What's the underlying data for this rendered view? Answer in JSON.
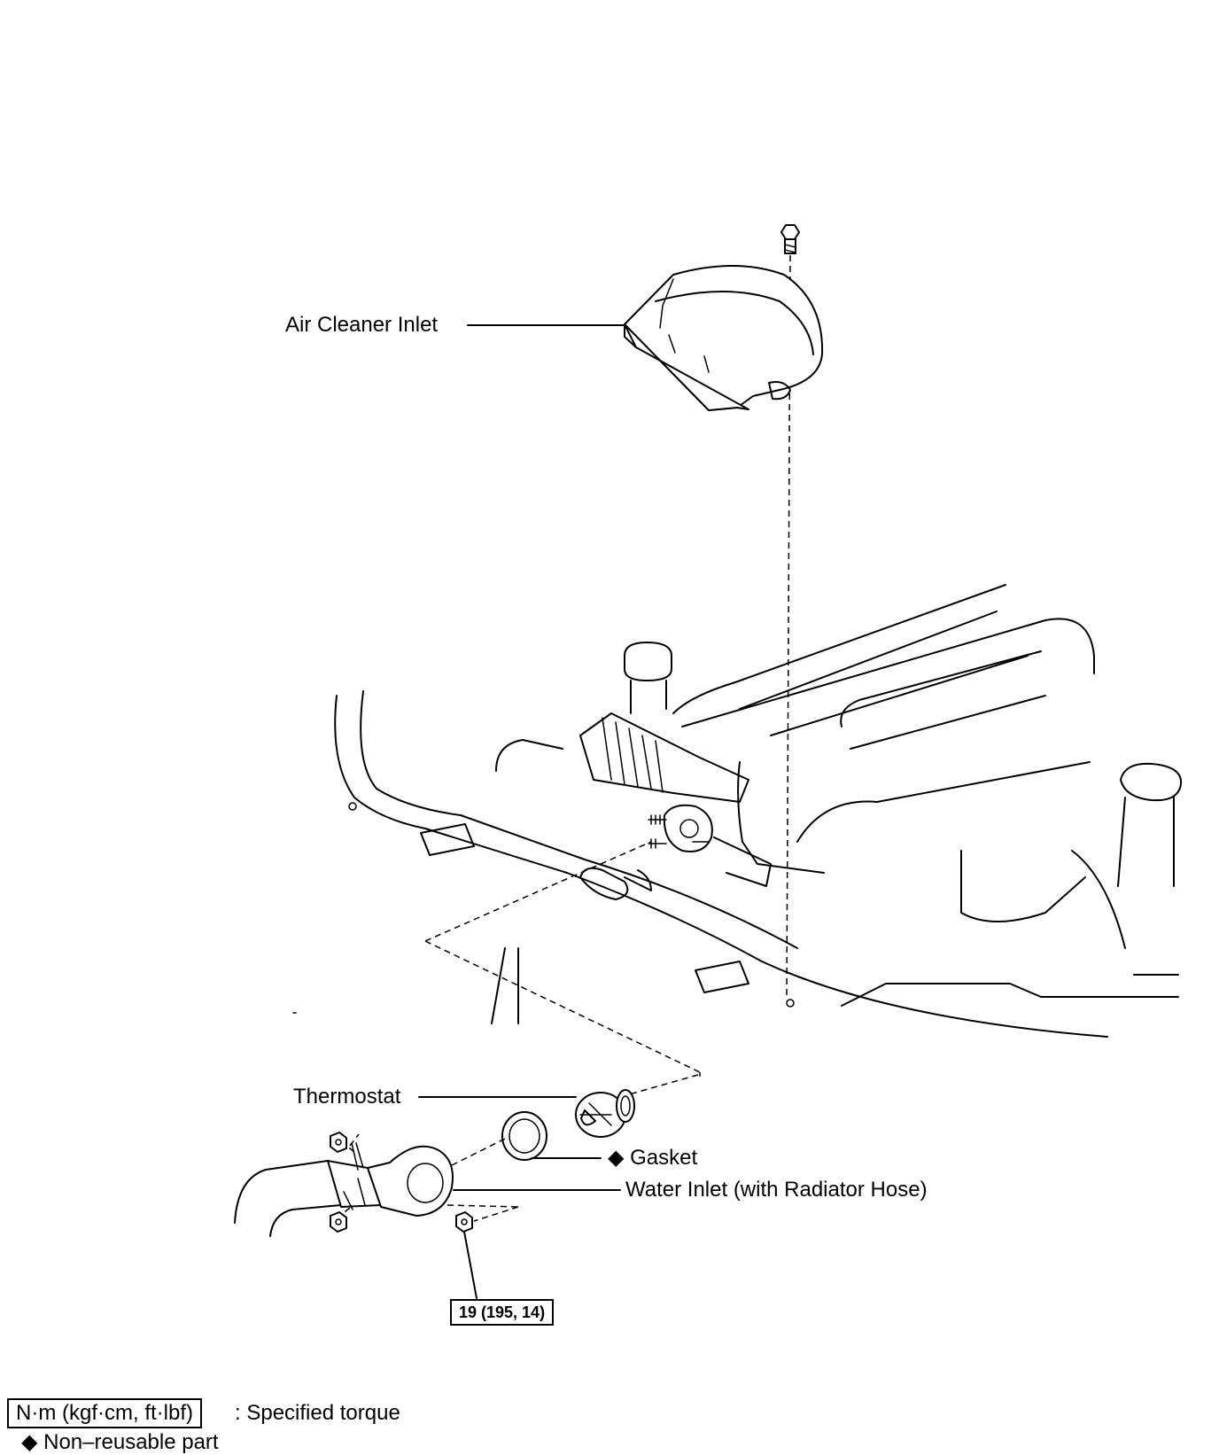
{
  "labels": {
    "air_cleaner_inlet": "Air Cleaner Inlet",
    "thermostat": "Thermostat",
    "gasket": "Gasket",
    "water_inlet": "Water Inlet (with Radiator Hose)"
  },
  "non_reusable_marker": "◆",
  "torque": {
    "water_inlet_nut": "19 (195, 14)"
  },
  "legend": {
    "torque_unit": "N·m (kgf·cm, ft·lbf)",
    "torque_desc": ": Specified torque",
    "non_reusable": "◆ Non–reusable part"
  }
}
